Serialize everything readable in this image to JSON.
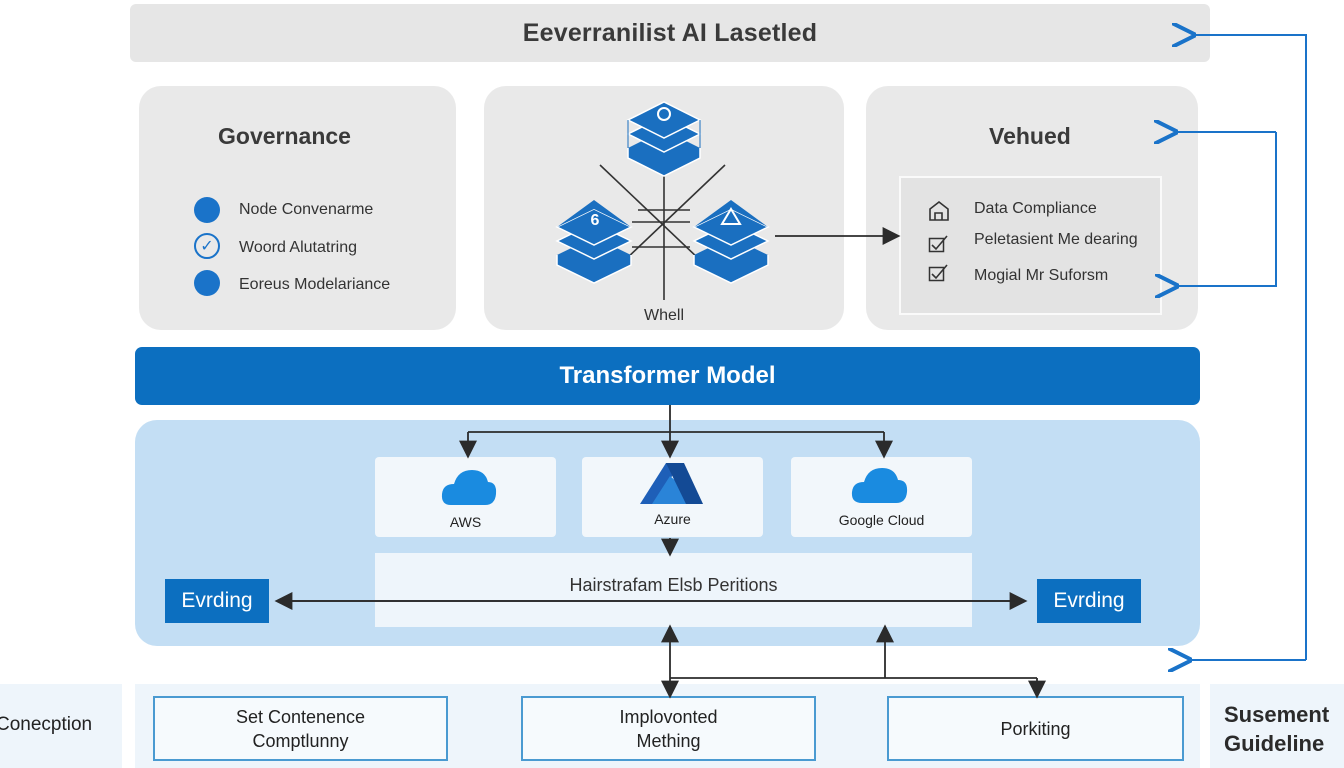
{
  "header": {
    "title": "Eeverranilist AI Lasetled"
  },
  "governance": {
    "title": "Governance",
    "items": [
      {
        "label": "Node Convenarme",
        "icon": "filled-circle-icon"
      },
      {
        "label": "Woord Alutatring",
        "icon": "check-circle-icon"
      },
      {
        "label": "Eoreus Modelariance",
        "icon": "filled-circle-icon"
      }
    ]
  },
  "center": {
    "nodes": [
      {
        "glyph": "○",
        "icon": "stack-node-circle-icon"
      },
      {
        "glyph": "6",
        "icon": "stack-node-six-icon"
      },
      {
        "glyph": "△",
        "icon": "stack-node-triangle-icon"
      }
    ],
    "caption": "Whell"
  },
  "vehued": {
    "title": "Vehued",
    "items": [
      {
        "label": "Data Compliance",
        "icon": "house-icon"
      },
      {
        "label": "Peletasient Me dearing",
        "icon": "checkbox-icon"
      },
      {
        "label": "Mogial Mr Suforsm",
        "icon": "checkbox-icon"
      }
    ]
  },
  "transformer": {
    "label": "Transformer Model"
  },
  "clouds": [
    {
      "label": "AWS",
      "icon": "cloud-icon"
    },
    {
      "label": "Azure",
      "icon": "azure-logo-icon"
    },
    {
      "label": "Google Cloud",
      "icon": "cloud-icon"
    }
  ],
  "partitions": {
    "label": "Hairstrafam Elsb Peritions"
  },
  "side_buttons": {
    "left": "Evrding",
    "right": "Evrding"
  },
  "bottom": {
    "left_label": "Conecption",
    "boxes": [
      "Set Contenence\nComptlunny",
      "Implovonted\nMething",
      "Porkiting"
    ],
    "right_label": "Susement\nGuideline"
  },
  "colors": {
    "primary": "#0c6fc0",
    "panel": "#e9e9e9",
    "light_blue": "#c3def4",
    "arrow": "#1a73c9"
  }
}
